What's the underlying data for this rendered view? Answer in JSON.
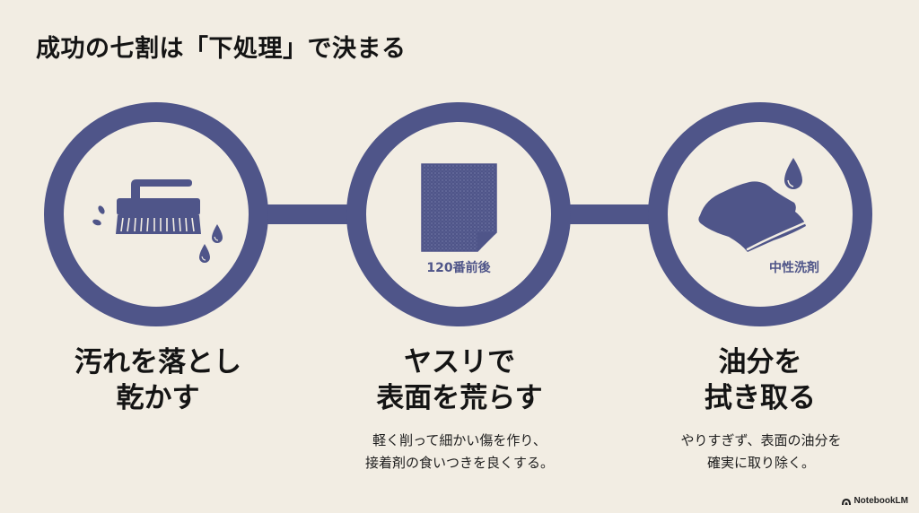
{
  "slide": {
    "title": "成功の七割は「下処理」で決まる",
    "accent_color": "#4F5589",
    "background_color": "#F2EDE3"
  },
  "steps": [
    {
      "icon": "scrub-brush-icon",
      "icon_label": "",
      "title_line1": "汚れを落とし",
      "title_line2": "乾かす",
      "desc_line1": "",
      "desc_line2": ""
    },
    {
      "icon": "sandpaper-icon",
      "icon_label": "120番前後",
      "title_line1": "ヤスリで",
      "title_line2": "表面を荒らす",
      "desc_line1": "軽く削って細かい傷を作り、",
      "desc_line2": "接着剤の食いつきを良くする。"
    },
    {
      "icon": "cloth-with-drop-icon",
      "icon_label": "中性洗剤",
      "title_line1": "油分を",
      "title_line2": "拭き取る",
      "desc_line1": "やりすぎず、表面の油分を",
      "desc_line2": "確実に取り除く。"
    }
  ],
  "footer": {
    "brand": "NotebookLM"
  }
}
